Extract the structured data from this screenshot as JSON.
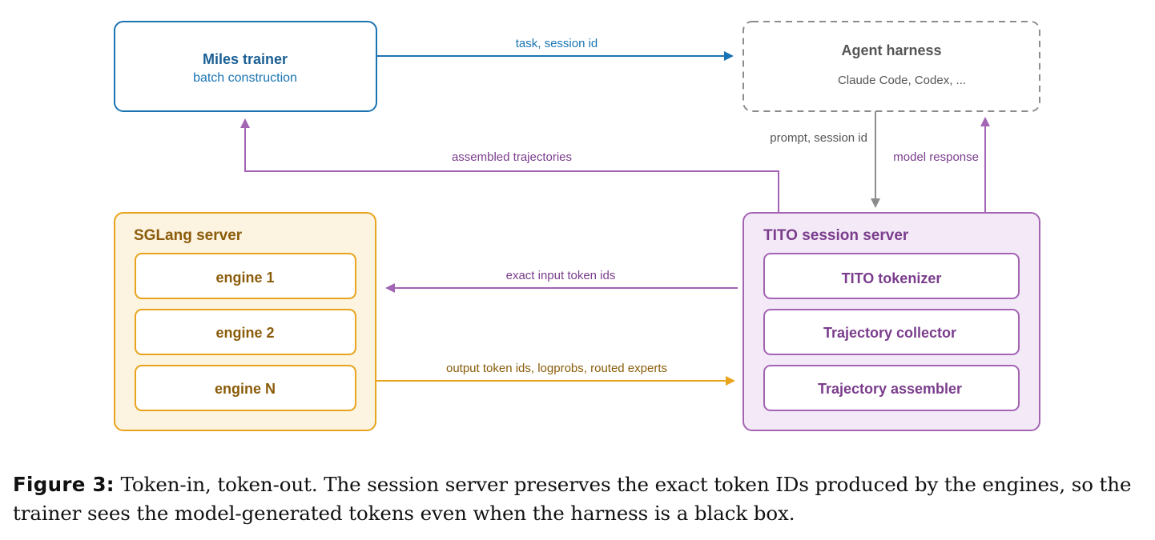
{
  "colors": {
    "blue": "#1a74b3",
    "gray": "#8c8c8c",
    "gray_text": "#555555",
    "purple": "#a364b4",
    "purple_text": "#7a3d8c",
    "purple_fill": "#f4eaf7",
    "orange": "#e8a41c",
    "orange_text": "#8a5c0a",
    "orange_fill": "#fdf3e1"
  },
  "nodes": {
    "miles_trainer": {
      "title": "Miles trainer",
      "subtitle": "batch construction"
    },
    "agent_harness": {
      "title": "Agent harness",
      "subtitle": "Claude Code, Codex, ..."
    },
    "sglang_server": {
      "title": "SGLang server",
      "engines": [
        "engine 1",
        "engine 2",
        "engine N"
      ]
    },
    "tito_session_server": {
      "title": "TITO session server",
      "components": [
        "TITO tokenizer",
        "Trajectory collector",
        "Trajectory assembler"
      ]
    }
  },
  "edges": {
    "task_session": "task, session id",
    "prompt_session": "prompt, session id",
    "model_response": "model response",
    "assembled_trajectories": "assembled trajectories",
    "exact_input": "exact input token ids",
    "output_tokens": "output token ids, logprobs, routed experts"
  },
  "caption": {
    "label": "Figure 3:",
    "text": "Token-in, token-out. The session server preserves the exact token IDs produced by the engines, so the trainer sees the model-generated tokens even when the harness is a black box."
  }
}
